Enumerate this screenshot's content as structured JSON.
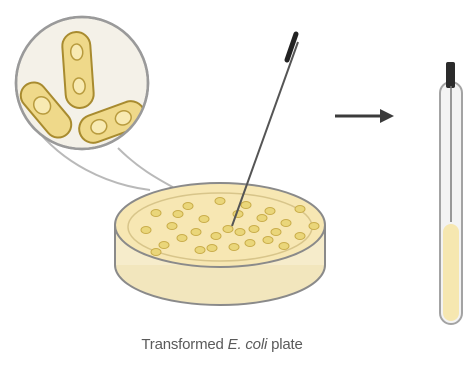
{
  "caption": {
    "prefix": "Transformed",
    "italic": "E. coli",
    "suffix": "plate"
  },
  "colors": {
    "outline": "#8a8a8a",
    "agar": "#f7e7b3",
    "colony": "#ead67a",
    "colony_edge": "#c9ad4a",
    "tube_glass": "#f3f3f3",
    "tube_liquid": "#f6e7b0",
    "cap": "#2b2b2b",
    "arrow": "#3b3b3b"
  },
  "icons": {
    "loop": "inoculation-loop-icon",
    "arrow": "right-arrow-icon",
    "tube": "culture-tube-icon"
  }
}
